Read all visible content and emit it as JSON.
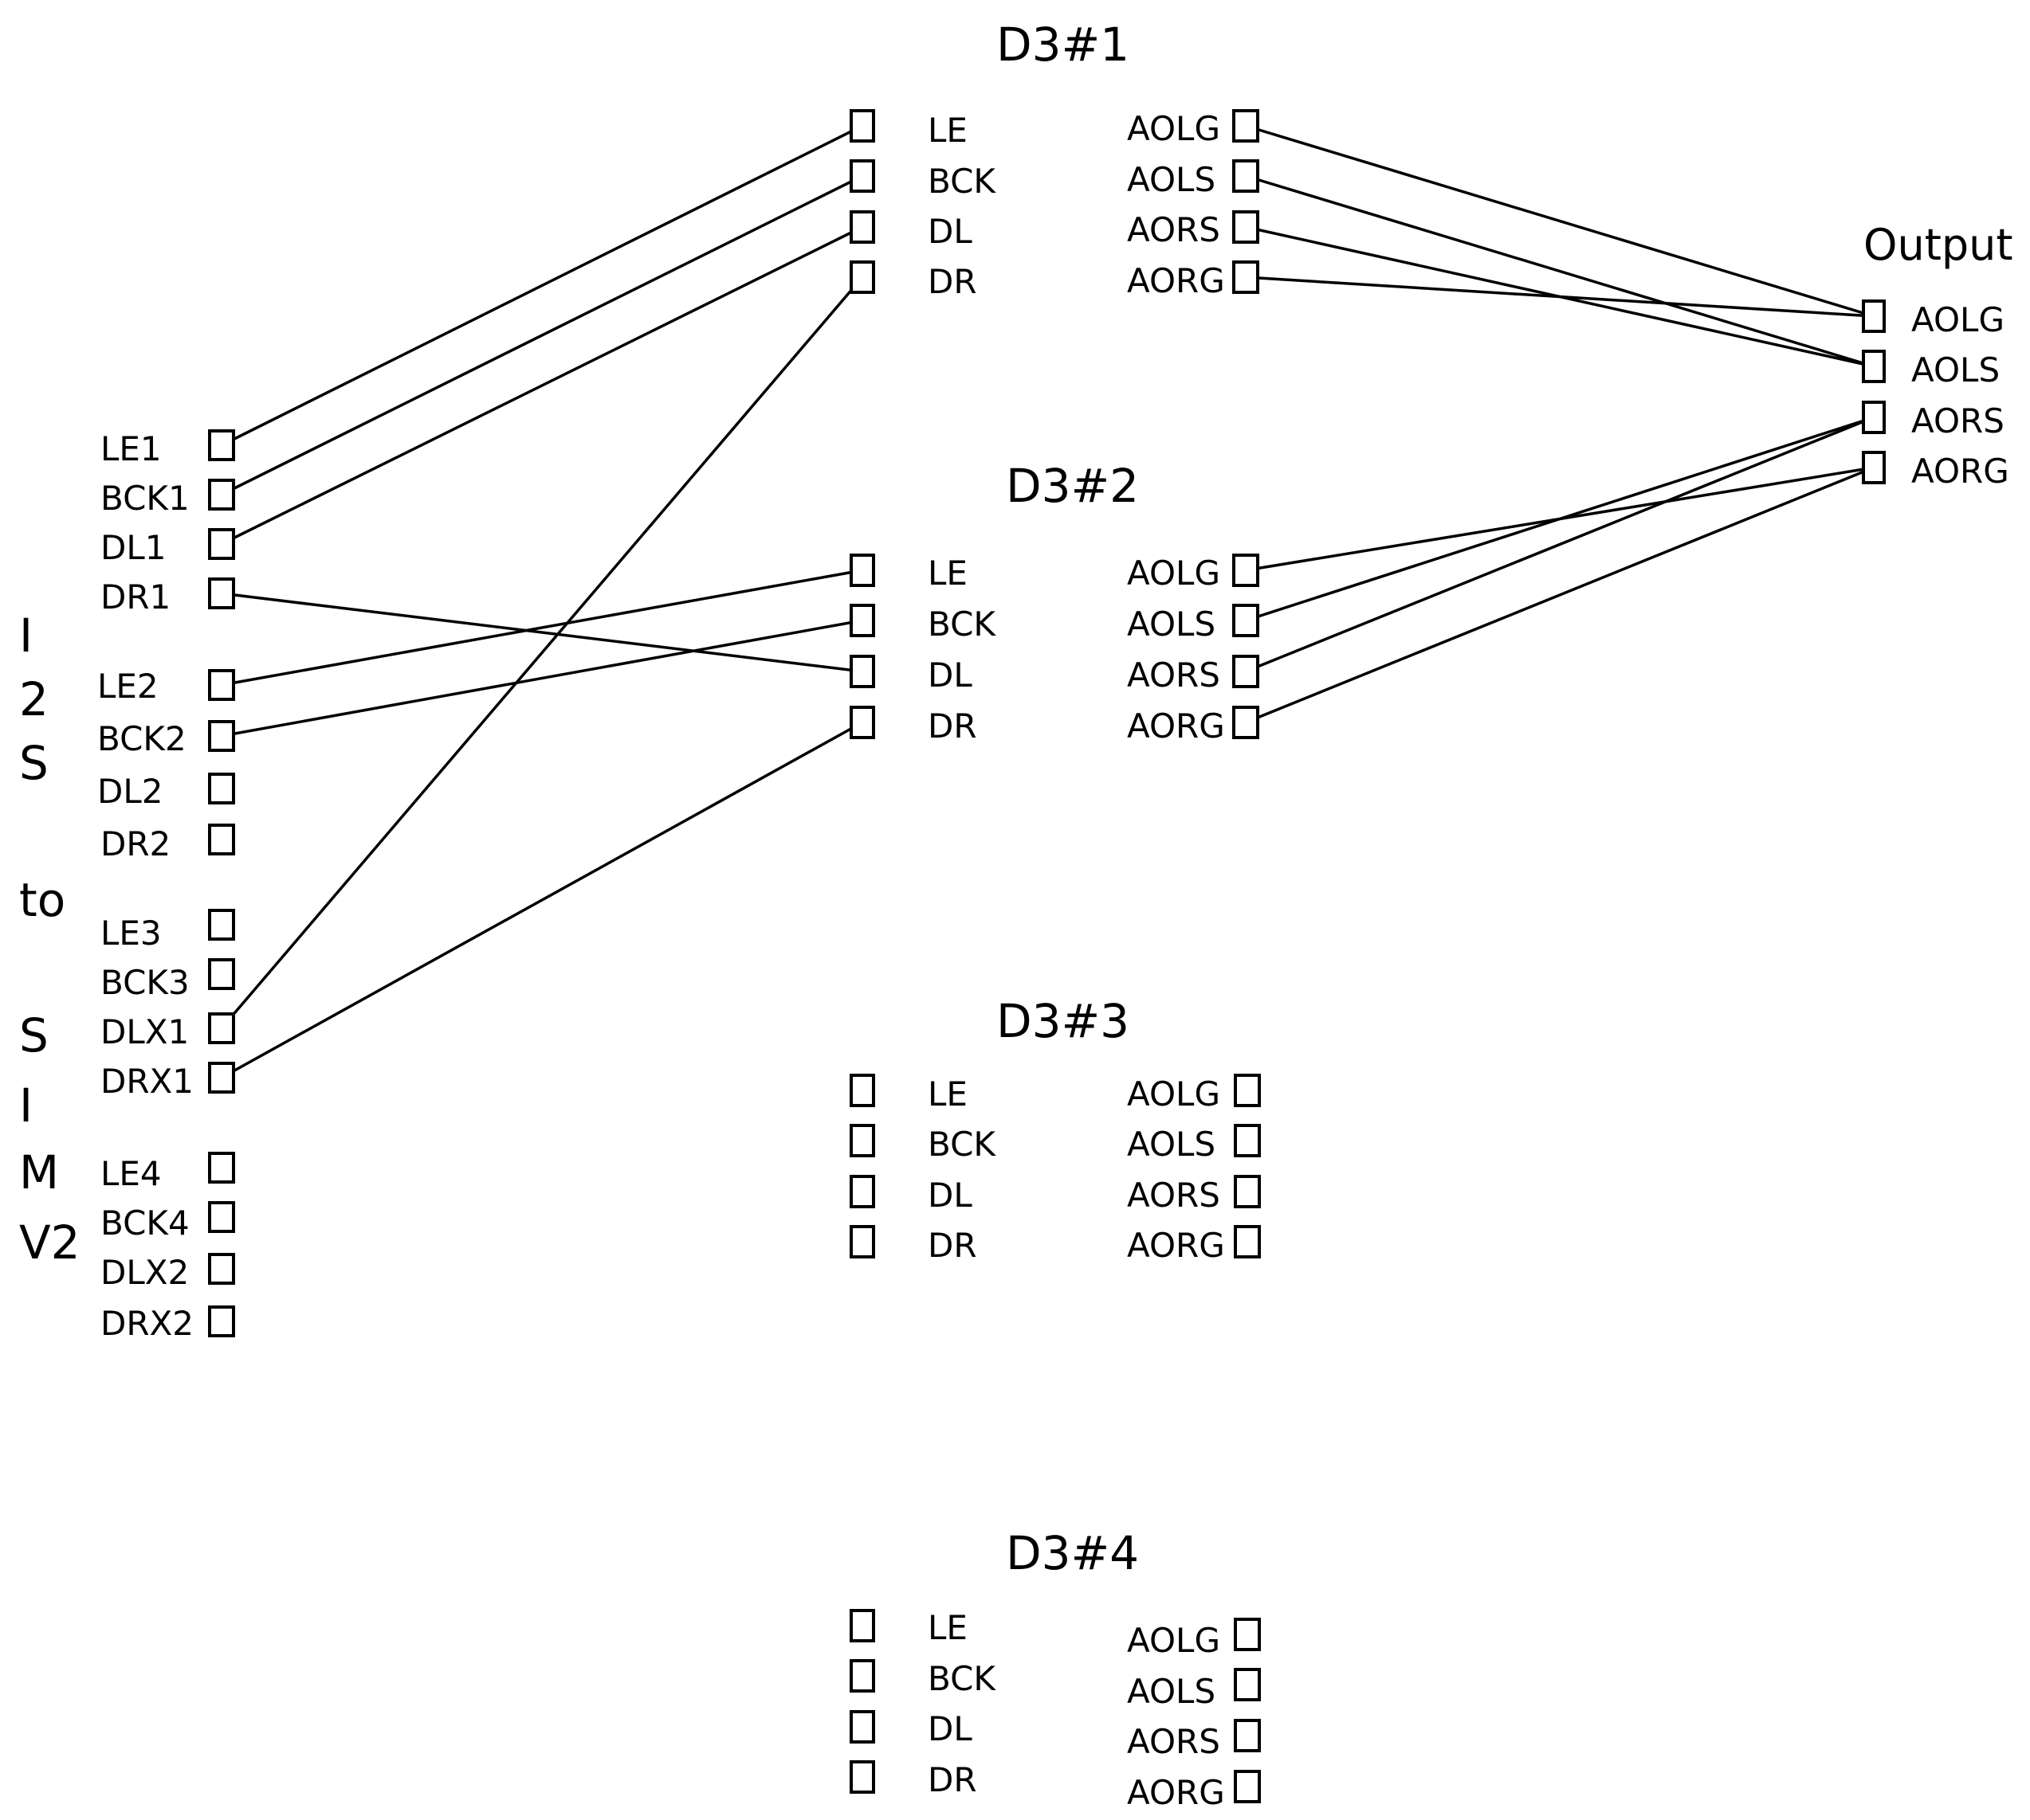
{
  "vertical_title": [
    "I",
    "2",
    "S",
    "to",
    "S",
    "I",
    "M",
    "V2"
  ],
  "input_pins": [
    "LE1",
    "BCK1",
    "DL1",
    "DR1",
    "LE2",
    "BCK2",
    "DL2",
    "DR2",
    "LE3",
    "BCK3",
    "DLX1",
    "DRX1",
    "LE4",
    "BCK4",
    "DLX2",
    "DRX2"
  ],
  "dac_blocks": [
    {
      "title": "D3#1",
      "inputs": [
        "LE",
        "BCK",
        "DL",
        "DR"
      ],
      "outputs": [
        "AOLG",
        "AOLS",
        "AORS",
        "AORG"
      ]
    },
    {
      "title": "D3#2",
      "inputs": [
        "LE",
        "BCK",
        "DL",
        "DR"
      ],
      "outputs": [
        "AOLG",
        "AOLS",
        "AORS",
        "AORG"
      ]
    },
    {
      "title": "D3#3",
      "inputs": [
        "LE",
        "BCK",
        "DL",
        "DR"
      ],
      "outputs": [
        "AOLG",
        "AOLS",
        "AORS",
        "AORG"
      ]
    },
    {
      "title": "D3#4",
      "inputs": [
        "LE",
        "BCK",
        "DL",
        "DR"
      ],
      "outputs": [
        "AOLG",
        "AOLS",
        "AORS",
        "AORG"
      ]
    }
  ],
  "output_block": {
    "title": "Output",
    "pins": [
      "AOLG",
      "AOLS",
      "AORS",
      "AORG"
    ]
  },
  "connections": [
    {
      "from": "LE1",
      "to": "D3#1.LE"
    },
    {
      "from": "BCK1",
      "to": "D3#1.BCK"
    },
    {
      "from": "DL1",
      "to": "D3#1.DL"
    },
    {
      "from": "DR1",
      "to": "D3#2.DL"
    },
    {
      "from": "LE2",
      "to": "D3#2.LE"
    },
    {
      "from": "BCK2",
      "to": "D3#2.BCK"
    },
    {
      "from": "DLX1",
      "to": "D3#1.DR"
    },
    {
      "from": "DRX1",
      "to": "D3#2.DR"
    },
    {
      "from": "D3#1.AOLG",
      "to": "Output.AOLG"
    },
    {
      "from": "D3#1.AOLS",
      "to": "Output.AOLS"
    },
    {
      "from": "D3#1.AORS",
      "to": "Output.AOLS"
    },
    {
      "from": "D3#1.AORG",
      "to": "Output.AOLG"
    },
    {
      "from": "D3#2.AOLG",
      "to": "Output.AORG"
    },
    {
      "from": "D3#2.AOLS",
      "to": "Output.AORS"
    },
    {
      "from": "D3#2.AORS",
      "to": "Output.AORS"
    },
    {
      "from": "D3#2.AORG",
      "to": "Output.AORG"
    }
  ]
}
